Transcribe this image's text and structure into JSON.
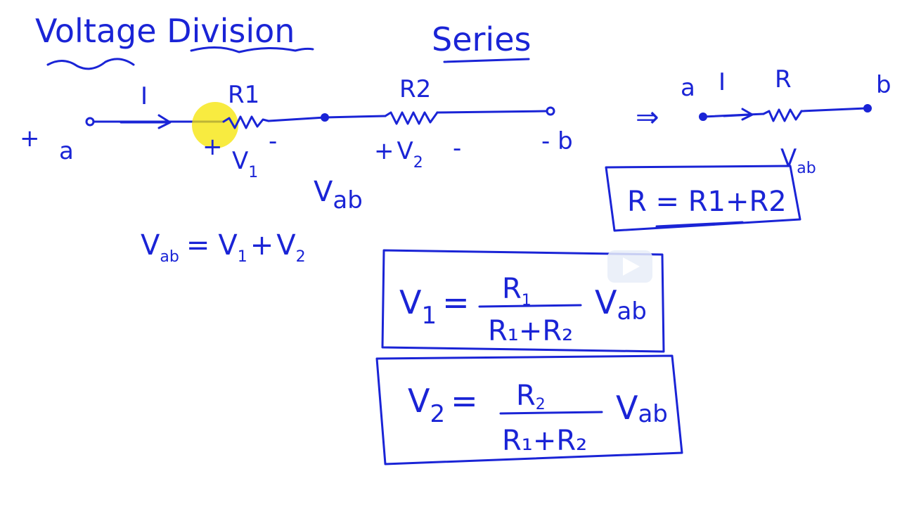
{
  "heading": {
    "left": "Voltage Division",
    "right": "Series"
  },
  "circuit": {
    "plus_a": "+",
    "node_a": "a",
    "current": "I",
    "r1_label": "R1",
    "v1_plus": "+",
    "v1_label": "V",
    "v1_sub": "1",
    "v1_minus": "-",
    "r2_label": "R2",
    "v2_plus": "+",
    "v2_label": "V",
    "v2_sub": "2",
    "v2_minus": "-",
    "minus_b": "- b",
    "vab_v": "V",
    "vab_sub": "ab"
  },
  "equivalent": {
    "arrow": "⇒",
    "node_a": "a",
    "current": "I",
    "r_label": "R",
    "node_b": "b",
    "vab_v": "V",
    "vab_sub": "ab",
    "formula": "R = R1+R2"
  },
  "sum_equation": {
    "lhs_v": "V",
    "lhs_sub": "ab",
    "eq": "=",
    "t1_v": "V",
    "t1_sub": "1",
    "plus": "+",
    "t2_v": "V",
    "t2_sub": "2"
  },
  "formula1": {
    "lhs_v": "V",
    "lhs_sub": "1",
    "eq": "=",
    "num_r": "R",
    "num_sub": "1",
    "den": "R₁+R₂",
    "vab_v": "V",
    "vab_sub": "ab"
  },
  "formula2": {
    "lhs_v": "V",
    "lhs_sub": "2",
    "eq": "=",
    "num_r": "R",
    "num_sub": "2",
    "den": "R₁+R₂",
    "vab_v": "V",
    "vab_sub": "ab"
  },
  "colors": {
    "ink": "#1a24d6",
    "cursor": "#f5e400",
    "play_button": "#e7edf8"
  },
  "icons": {
    "play": "play-icon"
  }
}
